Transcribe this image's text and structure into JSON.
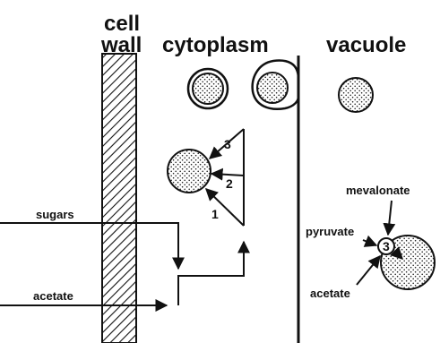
{
  "regions": {
    "cell_wall_line1": "cell",
    "cell_wall_line2": "wall",
    "cytoplasm": "cytoplasm",
    "vacuole": "vacuole"
  },
  "inputs": {
    "sugars": "sugars",
    "acetate": "acetate"
  },
  "pathway_steps": [
    "1",
    "2",
    "3"
  ],
  "vacuole_labels": {
    "mevalonate": "mevalonate",
    "pyruvate": "pyruvate",
    "acetate": "acetate",
    "step": "3"
  },
  "colors": {
    "ink": "#111111",
    "background": "#ffffff",
    "stipple": "#222222"
  }
}
